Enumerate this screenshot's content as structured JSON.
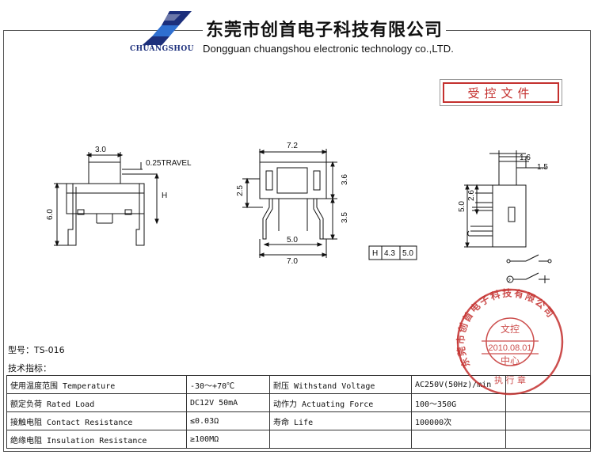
{
  "header": {
    "brand": "CHUANGSHOU",
    "company_cn": "东莞市创首电子科技有限公司",
    "company_en": "Dongguan chuangshou electronic technology co.,LTD."
  },
  "controlled_stamp": "受控文件",
  "drawing": {
    "side_view": {
      "top_width": "3.0",
      "travel": "0.25TRAVEL",
      "height_label": "H",
      "total_height": "6.0"
    },
    "front_view": {
      "width": "7.2",
      "body_height": "3.6",
      "pin_length": "3.5",
      "left_height": "2.5",
      "pin_spacing": "5.0",
      "outer_width": "7.0"
    },
    "end_view": {
      "top": "1.6",
      "step": "1.5",
      "height": "5.0",
      "mid": "2.6"
    },
    "h_table": {
      "label": "H",
      "values": [
        "4.3",
        "5.0"
      ]
    },
    "switch_symbol_marker": "2"
  },
  "model": "型号：TS-016",
  "spec_title": "技术指标：",
  "specs": {
    "rows": [
      [
        "使用温度范围 Temperature",
        "-30～+70℃",
        "耐压 Withstand Voltage",
        "AC250V(50Hz)/min",
        ""
      ],
      [
        "额定负荷 Rated Load",
        "DC12V 50mA",
        "动作力 Actuating Force",
        "100～350G",
        ""
      ],
      [
        "接触电阻 Contact Resistance",
        "≤0.03Ω",
        "寿命 Life",
        "100000次",
        ""
      ],
      [
        "绝缘电阻 Insulation Resistance",
        "≥100MΩ",
        "",
        "",
        ""
      ]
    ]
  },
  "seal": {
    "ring_text": "东莞市创首电子科技有限公司",
    "line1": "文控",
    "date": "2010.08.01",
    "line3": "中心",
    "bottom": "执 行 章"
  },
  "colors": {
    "brand_blue": "#1c2f7c",
    "stamp_red": "#c4302e"
  }
}
